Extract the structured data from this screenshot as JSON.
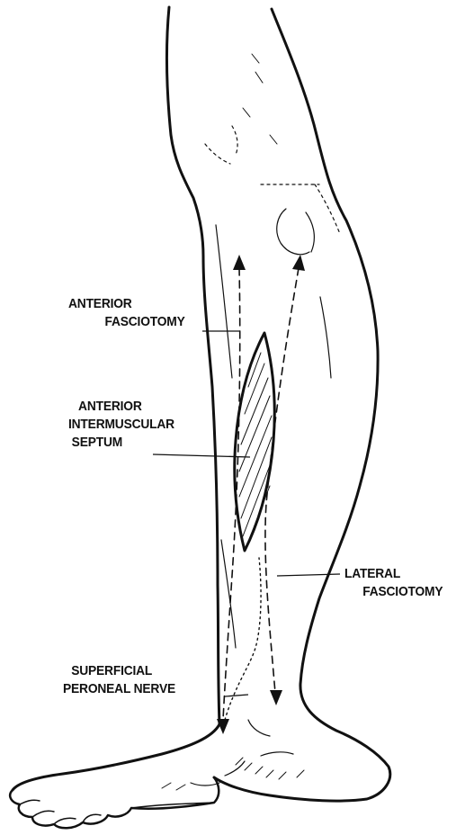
{
  "labels": {
    "anterior_fasciotomy": [
      "ANTERIOR",
      "FASCIOTOMY"
    ],
    "anterior_septum": [
      "ANTERIOR",
      "INTERMUSCULAR",
      "SEPTUM"
    ],
    "lateral_fasciotomy": [
      "LATERAL",
      "FASCIOTOMY"
    ],
    "superficial_peroneal_nerve": [
      "SUPERFICIAL",
      "PERONEAL NERVE"
    ]
  },
  "colors": {
    "ink": "#111111",
    "background": "#ffffff"
  }
}
